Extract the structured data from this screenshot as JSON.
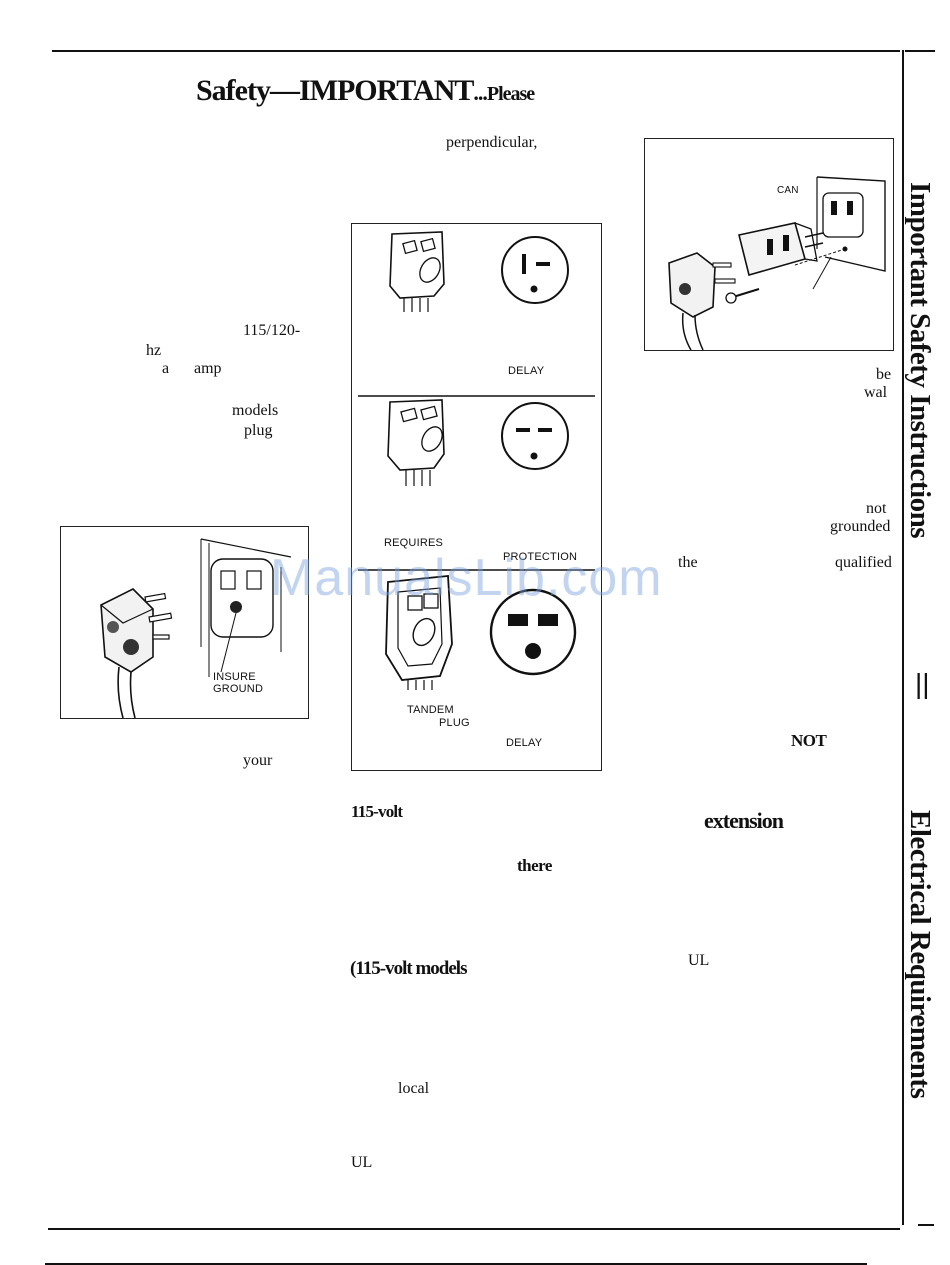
{
  "header": {
    "title_main": "Safety—IMPORTANT",
    "title_ellipsis": "...",
    "title_please": "Please"
  },
  "side_tabs": {
    "upper": "Important Safety Instructions",
    "lower": "Electrical Requirements"
  },
  "left_column": {
    "frag_volt": "115/120-",
    "frag_hz": "hz",
    "frag_a": "a",
    "frag_amp": "amp",
    "frag_models": "models",
    "frag_plug": "plug",
    "frag_your": "your",
    "figure_labels": {
      "insure": "INSURE",
      "ground": "GROUND"
    }
  },
  "middle_column": {
    "frag_perpendicular": "perpendicular,",
    "figure_labels": {
      "delay_1": "DELAY",
      "requires": "REQUIRES",
      "protection": "PROTECTION",
      "tandem": "TANDEM",
      "plug": "PLUG",
      "delay_2": "DELAY"
    },
    "frag_115volt": "115-volt",
    "frag_there": "there",
    "frag_115volt_models": "(115-volt models",
    "frag_local": "local",
    "frag_ul": "UL"
  },
  "right_column": {
    "figure_labels": {
      "can": "CAN"
    },
    "frag_be": "be",
    "frag_wal": "wal",
    "frag_not": "not",
    "frag_grounded": "grounded",
    "frag_the": "the",
    "frag_qualified": "qualified",
    "frag_NOT": "NOT",
    "frag_extension": "extension",
    "frag_ul": "UL"
  },
  "watermark": "ManualsLib.com",
  "tab_marker": "||"
}
